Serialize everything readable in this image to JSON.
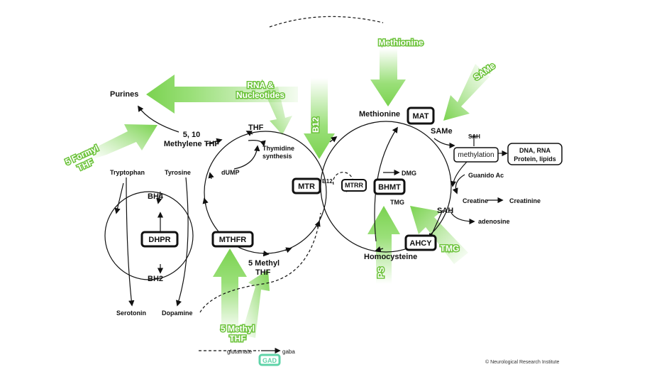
{
  "supplements": {
    "rna_nucleotides_1": "RNA &",
    "rna_nucleotides_2": "Nucleotides",
    "b12": "B12",
    "methionine": "Methionine",
    "same": "SAMe",
    "five_formyl_1": "5 Formyl",
    "five_formyl_2": "THF",
    "five_methyl_1": "5 Methyl",
    "five_methyl_2": "THF",
    "ps": "PS",
    "tmg": "TMG"
  },
  "metabolites": {
    "purines": "Purines",
    "methylene_1": "5, 10",
    "methylene_2": "Methylene THF",
    "thf": "THF",
    "thymidine_1": "Thymidine",
    "thymidine_2": "synthesis",
    "dump": "dUMP",
    "tryptophan": "Tryptophan",
    "tyrosine": "Tyrosine",
    "bh4": "BH4",
    "bh2": "BH2",
    "serotonin": "Serotonin",
    "dopamine": "Dopamine",
    "methyl_thf_1": "5 Methyl",
    "methyl_thf_2": "THF",
    "methionine": "Methionine",
    "same": "SAMe",
    "sah_top": "SAH",
    "methylation": "methylation",
    "dna_1": "DNA, RNA",
    "dna_2": "Protein, lipids",
    "guanido": "Guanido Ac",
    "creatine": "Creatine",
    "creatinine": "Creatinine",
    "sah": "SAH",
    "adenosine": "adenosine",
    "dmg": "DMG",
    "tmg": "TMG",
    "homocysteine": "Homocysteine",
    "b12_small": "B12",
    "glutamate": "glutamate",
    "gaba": "gaba"
  },
  "enzymes": {
    "dhpr": "DHPR",
    "mthfr": "MTHFR",
    "mtr": "MTR",
    "mtrr": "MTRR",
    "bhmt": "BHMT",
    "mat": "MAT",
    "ahcy": "AHCY",
    "gad": "GAD"
  },
  "footer": {
    "copyright": "© Neurological Research Institute"
  },
  "colors": {
    "supplement_arrow": "#8fdc6a",
    "supplement_text_outline": "#6cc33b",
    "gad_box": "#5fd3a8"
  }
}
